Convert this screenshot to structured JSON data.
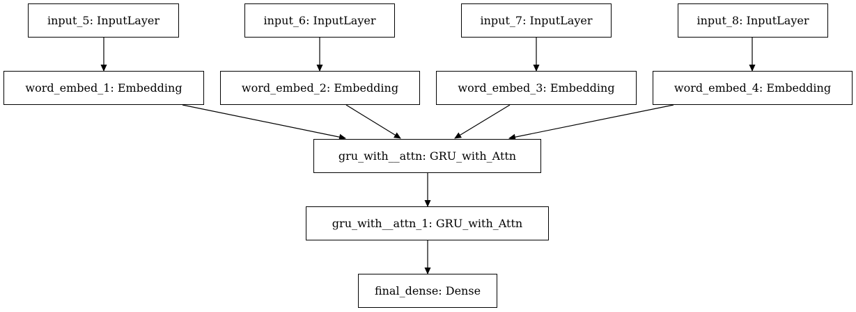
{
  "diagram": {
    "nodes": {
      "input_5": "input_5: InputLayer",
      "input_6": "input_6: InputLayer",
      "input_7": "input_7: InputLayer",
      "input_8": "input_8: InputLayer",
      "word_embed_1": "word_embed_1: Embedding",
      "word_embed_2": "word_embed_2: Embedding",
      "word_embed_3": "word_embed_3: Embedding",
      "word_embed_4": "word_embed_4: Embedding",
      "gru_with__attn": "gru_with__attn: GRU_with_Attn",
      "gru_with__attn_1": "gru_with__attn_1: GRU_with_Attn",
      "final_dense": "final_dense: Dense"
    },
    "edges": [
      {
        "from": "input_5",
        "to": "word_embed_1"
      },
      {
        "from": "input_6",
        "to": "word_embed_2"
      },
      {
        "from": "input_7",
        "to": "word_embed_3"
      },
      {
        "from": "input_8",
        "to": "word_embed_4"
      },
      {
        "from": "word_embed_1",
        "to": "gru_with__attn"
      },
      {
        "from": "word_embed_2",
        "to": "gru_with__attn"
      },
      {
        "from": "word_embed_3",
        "to": "gru_with__attn"
      },
      {
        "from": "word_embed_4",
        "to": "gru_with__attn"
      },
      {
        "from": "gru_with__attn",
        "to": "gru_with__attn_1"
      },
      {
        "from": "gru_with__attn_1",
        "to": "final_dense"
      }
    ]
  }
}
